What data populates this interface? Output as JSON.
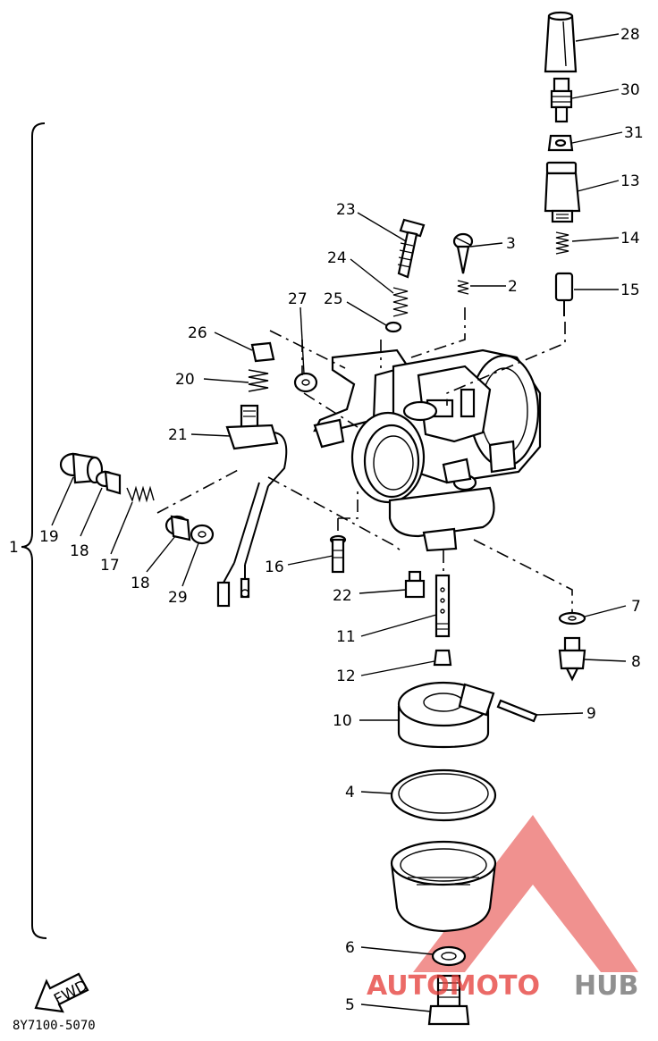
{
  "diagram": {
    "labels": [
      {
        "id": "28",
        "text": "28"
      },
      {
        "id": "30",
        "text": "30"
      },
      {
        "id": "31",
        "text": "31"
      },
      {
        "id": "13",
        "text": "13"
      },
      {
        "id": "14",
        "text": "14"
      },
      {
        "id": "15",
        "text": "15"
      },
      {
        "id": "23",
        "text": "23"
      },
      {
        "id": "3",
        "text": "3"
      },
      {
        "id": "24",
        "text": "24"
      },
      {
        "id": "2",
        "text": "2"
      },
      {
        "id": "27",
        "text": "27"
      },
      {
        "id": "25",
        "text": "25"
      },
      {
        "id": "26",
        "text": "26"
      },
      {
        "id": "20",
        "text": "20"
      },
      {
        "id": "21",
        "text": "21"
      },
      {
        "id": "19",
        "text": "19"
      },
      {
        "id": "18a",
        "text": "18"
      },
      {
        "id": "17",
        "text": "17"
      },
      {
        "id": "18b",
        "text": "18"
      },
      {
        "id": "29",
        "text": "29"
      },
      {
        "id": "1",
        "text": "1"
      },
      {
        "id": "16",
        "text": "16"
      },
      {
        "id": "22",
        "text": "22"
      },
      {
        "id": "7",
        "text": "7"
      },
      {
        "id": "11",
        "text": "11"
      },
      {
        "id": "8",
        "text": "8"
      },
      {
        "id": "12",
        "text": "12"
      },
      {
        "id": "9",
        "text": "9"
      },
      {
        "id": "10",
        "text": "10"
      },
      {
        "id": "4",
        "text": "4"
      },
      {
        "id": "6",
        "text": "6"
      },
      {
        "id": "5",
        "text": "5"
      }
    ],
    "front_arrow_text": "FWD",
    "part_code": "8Y7100-5070"
  },
  "watermark": {
    "text_left": "AUTOMOTO",
    "text_right": "HUB",
    "color_red": "#e53935",
    "color_gray": "#6b6b6b"
  }
}
